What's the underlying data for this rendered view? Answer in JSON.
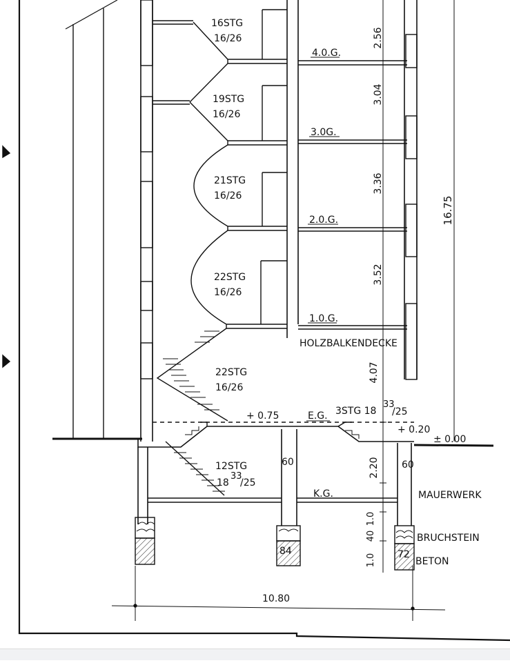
{
  "labels": {
    "floor4_stairs": "16STG",
    "floor4_ratio": "16/26",
    "floor3_stairs": "19STG",
    "floor3_ratio": "16/26",
    "floor2_stairs": "21STG",
    "floor2_ratio": "16/26",
    "floor1_stairs": "22STG",
    "floor1_ratio": "16/26",
    "ground_stairs": "22STG",
    "ground_ratio": "16/26",
    "basement_stairs": "12STG",
    "basement_ratio_a": "18",
    "basement_ratio_sup": "33",
    "basement_ratio_b": "/25",
    "eg_stairs_a": "3STG  18",
    "eg_stairs_sup": "33",
    "eg_stairs_b": "/25",
    "level_4og": "4.0.G.",
    "level_3og": "3.0G.",
    "level_2og": "2.0.G.",
    "level_1og": "1.0.G.",
    "level_eg": "E.G.",
    "level_kg": "K.G.",
    "ceiling_type": "HOLZBALKENDECKE",
    "height_4og": "2.56",
    "height_3og": "3.04",
    "height_2og": "3.36",
    "height_1og": "3.52",
    "height_eg": "4.07",
    "height_kg": "2.20",
    "total_height": "16.75",
    "elev_eg": "+ 0.75",
    "elev_right": "+ 0.20",
    "elev_zero": "± 0.00",
    "wall_60_mid": "60",
    "wall_60_right": "60",
    "footing_84": "84",
    "footing_72": "72",
    "dim_1_0_top": "1.0",
    "dim_40": "40",
    "dim_1_0_bottom": "1.0",
    "mat_masonry": "MAUERWERK",
    "mat_rubble": "BRUCHSTEIN",
    "mat_concrete": "BETON",
    "overall_width": "10.80"
  }
}
